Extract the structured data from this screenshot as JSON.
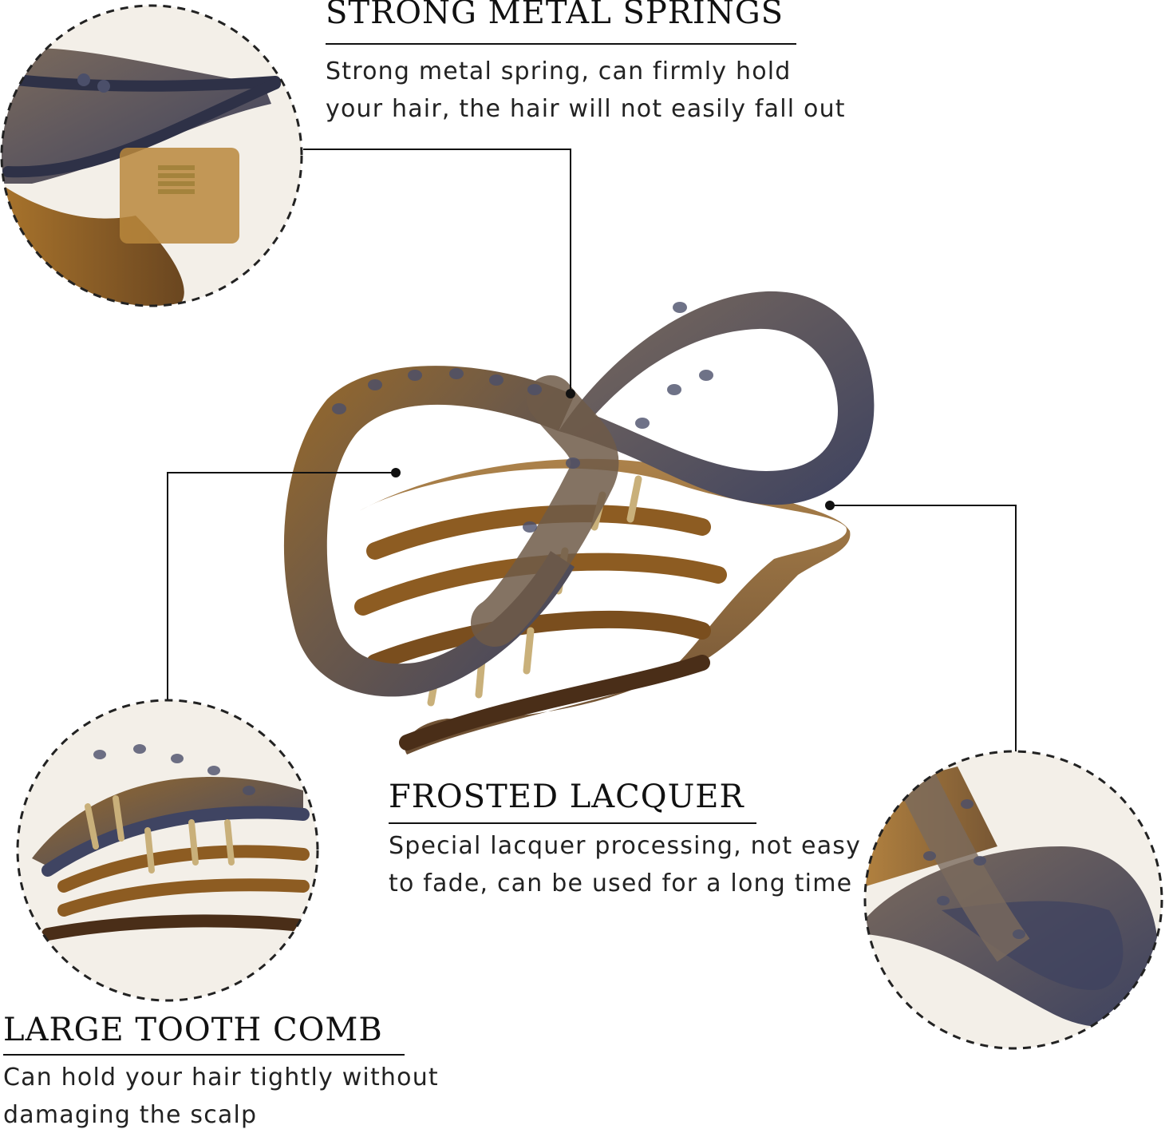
{
  "features": {
    "springs": {
      "title": "STRONG METAL SPRINGS",
      "desc_lines": [
        "Strong metal spring, can firmly hold",
        "your hair, the hair will not easily fall out"
      ]
    },
    "lacquer": {
      "title": "FROSTED LACQUER",
      "desc_lines": [
        "Special lacquer processing, not easy",
        "to fade, can be used for a long time"
      ]
    },
    "comb": {
      "title": "LARGE TOOTH COMB",
      "desc_lines": [
        "Can hold your hair tightly without",
        "damaging the scalp"
      ]
    }
  },
  "colors": {
    "text": "#111111",
    "leader_line": "#111111",
    "dashed_circle": "#222222",
    "clip_amber": "#8a5a1e",
    "clip_brown": "#5b4632",
    "clip_slate": "#4a4e66",
    "spring_gold": "#b08c3c"
  },
  "icons": {
    "hero": "hair-claw-clip-image",
    "detail_springs": "spring-closeup-image",
    "detail_comb": "tooth-comb-closeup-image",
    "detail_lacquer": "lacquer-closeup-image"
  }
}
